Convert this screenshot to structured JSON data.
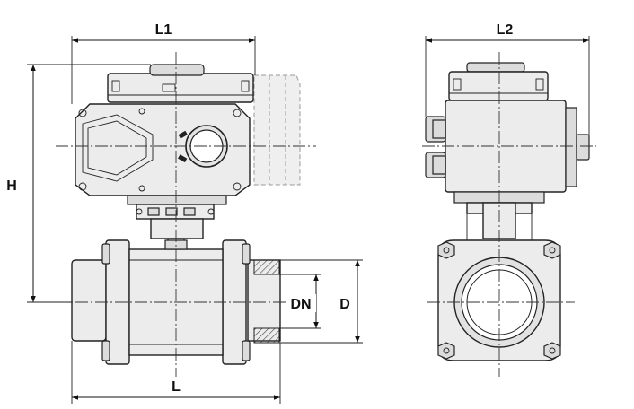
{
  "labels": {
    "L1": "L1",
    "L2": "L2",
    "H": "H",
    "L": "L",
    "DN": "DN",
    "D": "D"
  }
}
